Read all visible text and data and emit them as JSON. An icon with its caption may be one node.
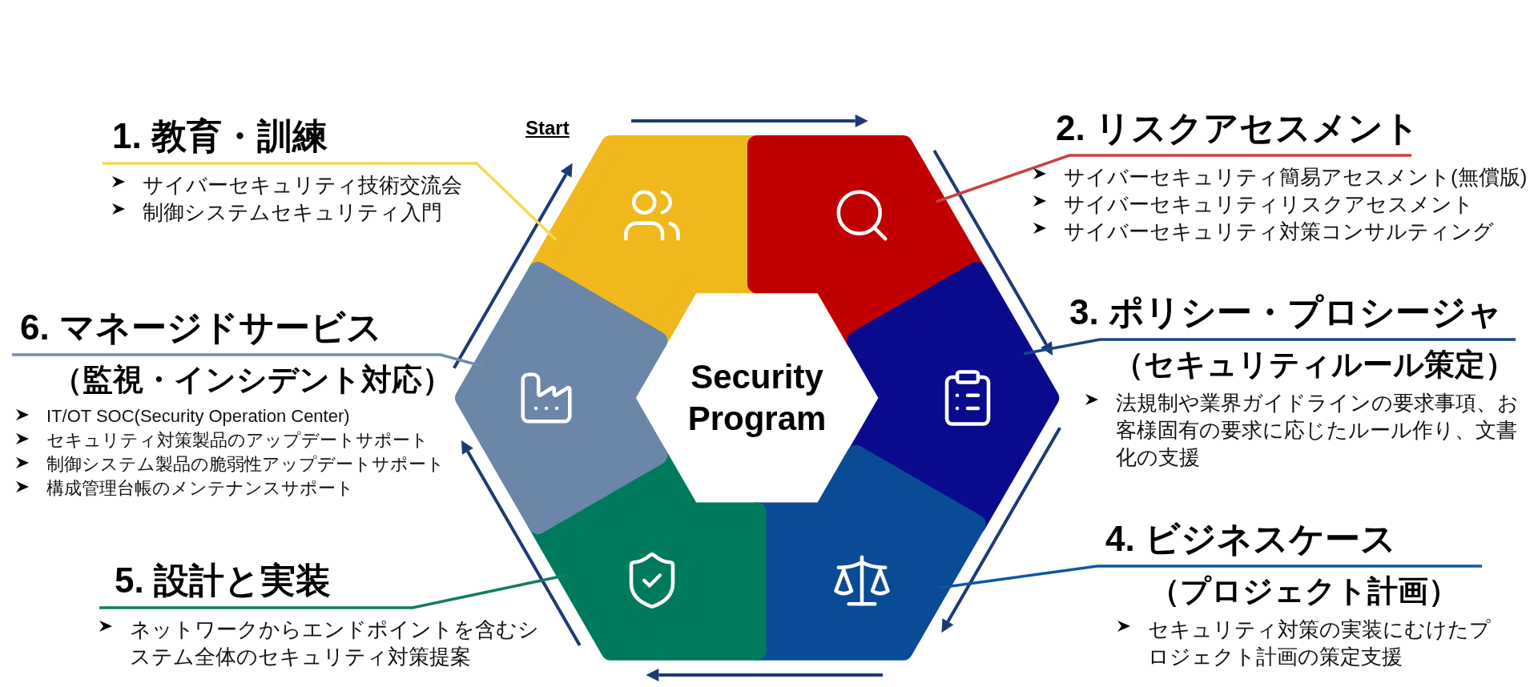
{
  "diagram": {
    "nodes": [
      {
        "text": [
          "1. 教育・訓練",
          "サイバーセキュリティ技術交流会",
          "制御システムセキュリティ入門"
        ]
      },
      {
        "text": [
          "2. リスクアセスメント",
          "サイバーセキュリティ簡易アセスメント(無償版)",
          "サイバーセキュリティリスクアセスメント",
          "サイバーセキュリティ対策コンサルティング"
        ]
      },
      {
        "text": [
          "3. ポリシー・プロシージャ",
          "（セキュリティルール策定）",
          "法規制や業界ガイドラインの要求事項、お客様固有の要求に応じたルール作り、文書化の支援"
        ]
      },
      {
        "text": [
          "4. ビジネスケース",
          "（プロジェクト計画）",
          "セキュリティ対策の実装にむけたプロジェクト計画の策定支援"
        ]
      },
      {
        "text": [
          "5. 設計と実装",
          "ネットワークからエンドポイントを含むシステム全体のセキュリティ対策提案"
        ]
      },
      {
        "text": [
          "6. マネージドサービス",
          "（監視・インシデント対応）",
          "IT/OT SOC(Security Operation Center)",
          "セキュリティ対策製品のアップデートサポート",
          "制御システム製品の脆弱性アップデートサポート",
          "構成管理台帳のメンテナンスサポート"
        ]
      },
      {
        "text": [],
        "shape": "band"
      },
      {
        "text": [],
        "shape": "band"
      },
      {
        "text": [],
        "shape": "band"
      },
      {
        "text": [],
        "shape": "band"
      },
      {
        "text": [],
        "shape": "band"
      },
      {
        "text": [],
        "shape": "band"
      },
      {
        "text": [
          "Security Program"
        ]
      }
    ],
    "edges": [
      {
        "from": 0,
        "to": 6,
        "arrow": "none",
        "color": "#f7d94c"
      },
      {
        "from": 1,
        "to": 7,
        "arrow": "none",
        "color": "#c9413f"
      },
      {
        "from": 2,
        "to": 8,
        "arrow": "none",
        "color": "#1a4483"
      },
      {
        "from": 3,
        "to": 9,
        "arrow": "none",
        "color": "#0d56a6"
      },
      {
        "from": 4,
        "to": 10,
        "arrow": "none",
        "color": "#107c62"
      },
      {
        "from": 5,
        "to": 11,
        "arrow": "none",
        "color": "#6d8db5"
      }
    ],
    "labels": [
      "Start"
    ]
  }
}
